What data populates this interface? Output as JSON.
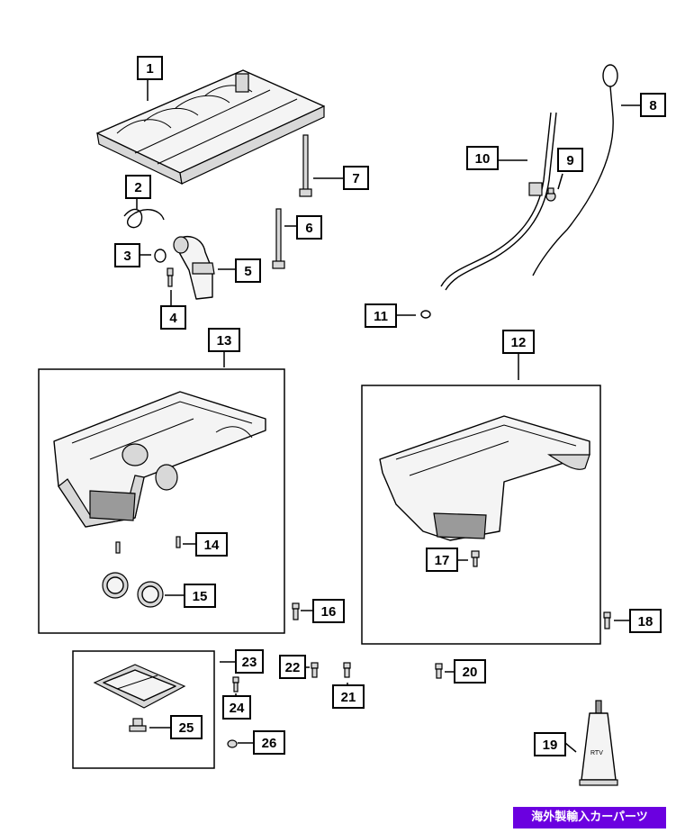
{
  "callouts": {
    "c1": "1",
    "c2": "2",
    "c3": "3",
    "c4": "4",
    "c5": "5",
    "c6": "6",
    "c7": "7",
    "c8": "8",
    "c9": "9",
    "c10": "10",
    "c11": "11",
    "c12": "12",
    "c13": "13",
    "c14": "14",
    "c15": "15",
    "c16": "16",
    "c17": "17",
    "c18": "18",
    "c19": "19",
    "c20": "20",
    "c21": "21",
    "c22": "22",
    "c23": "23",
    "c24": "24",
    "c25": "25",
    "c26": "26"
  },
  "tube_label": "RTV",
  "watermark": "海外製輸入カーパーツ"
}
